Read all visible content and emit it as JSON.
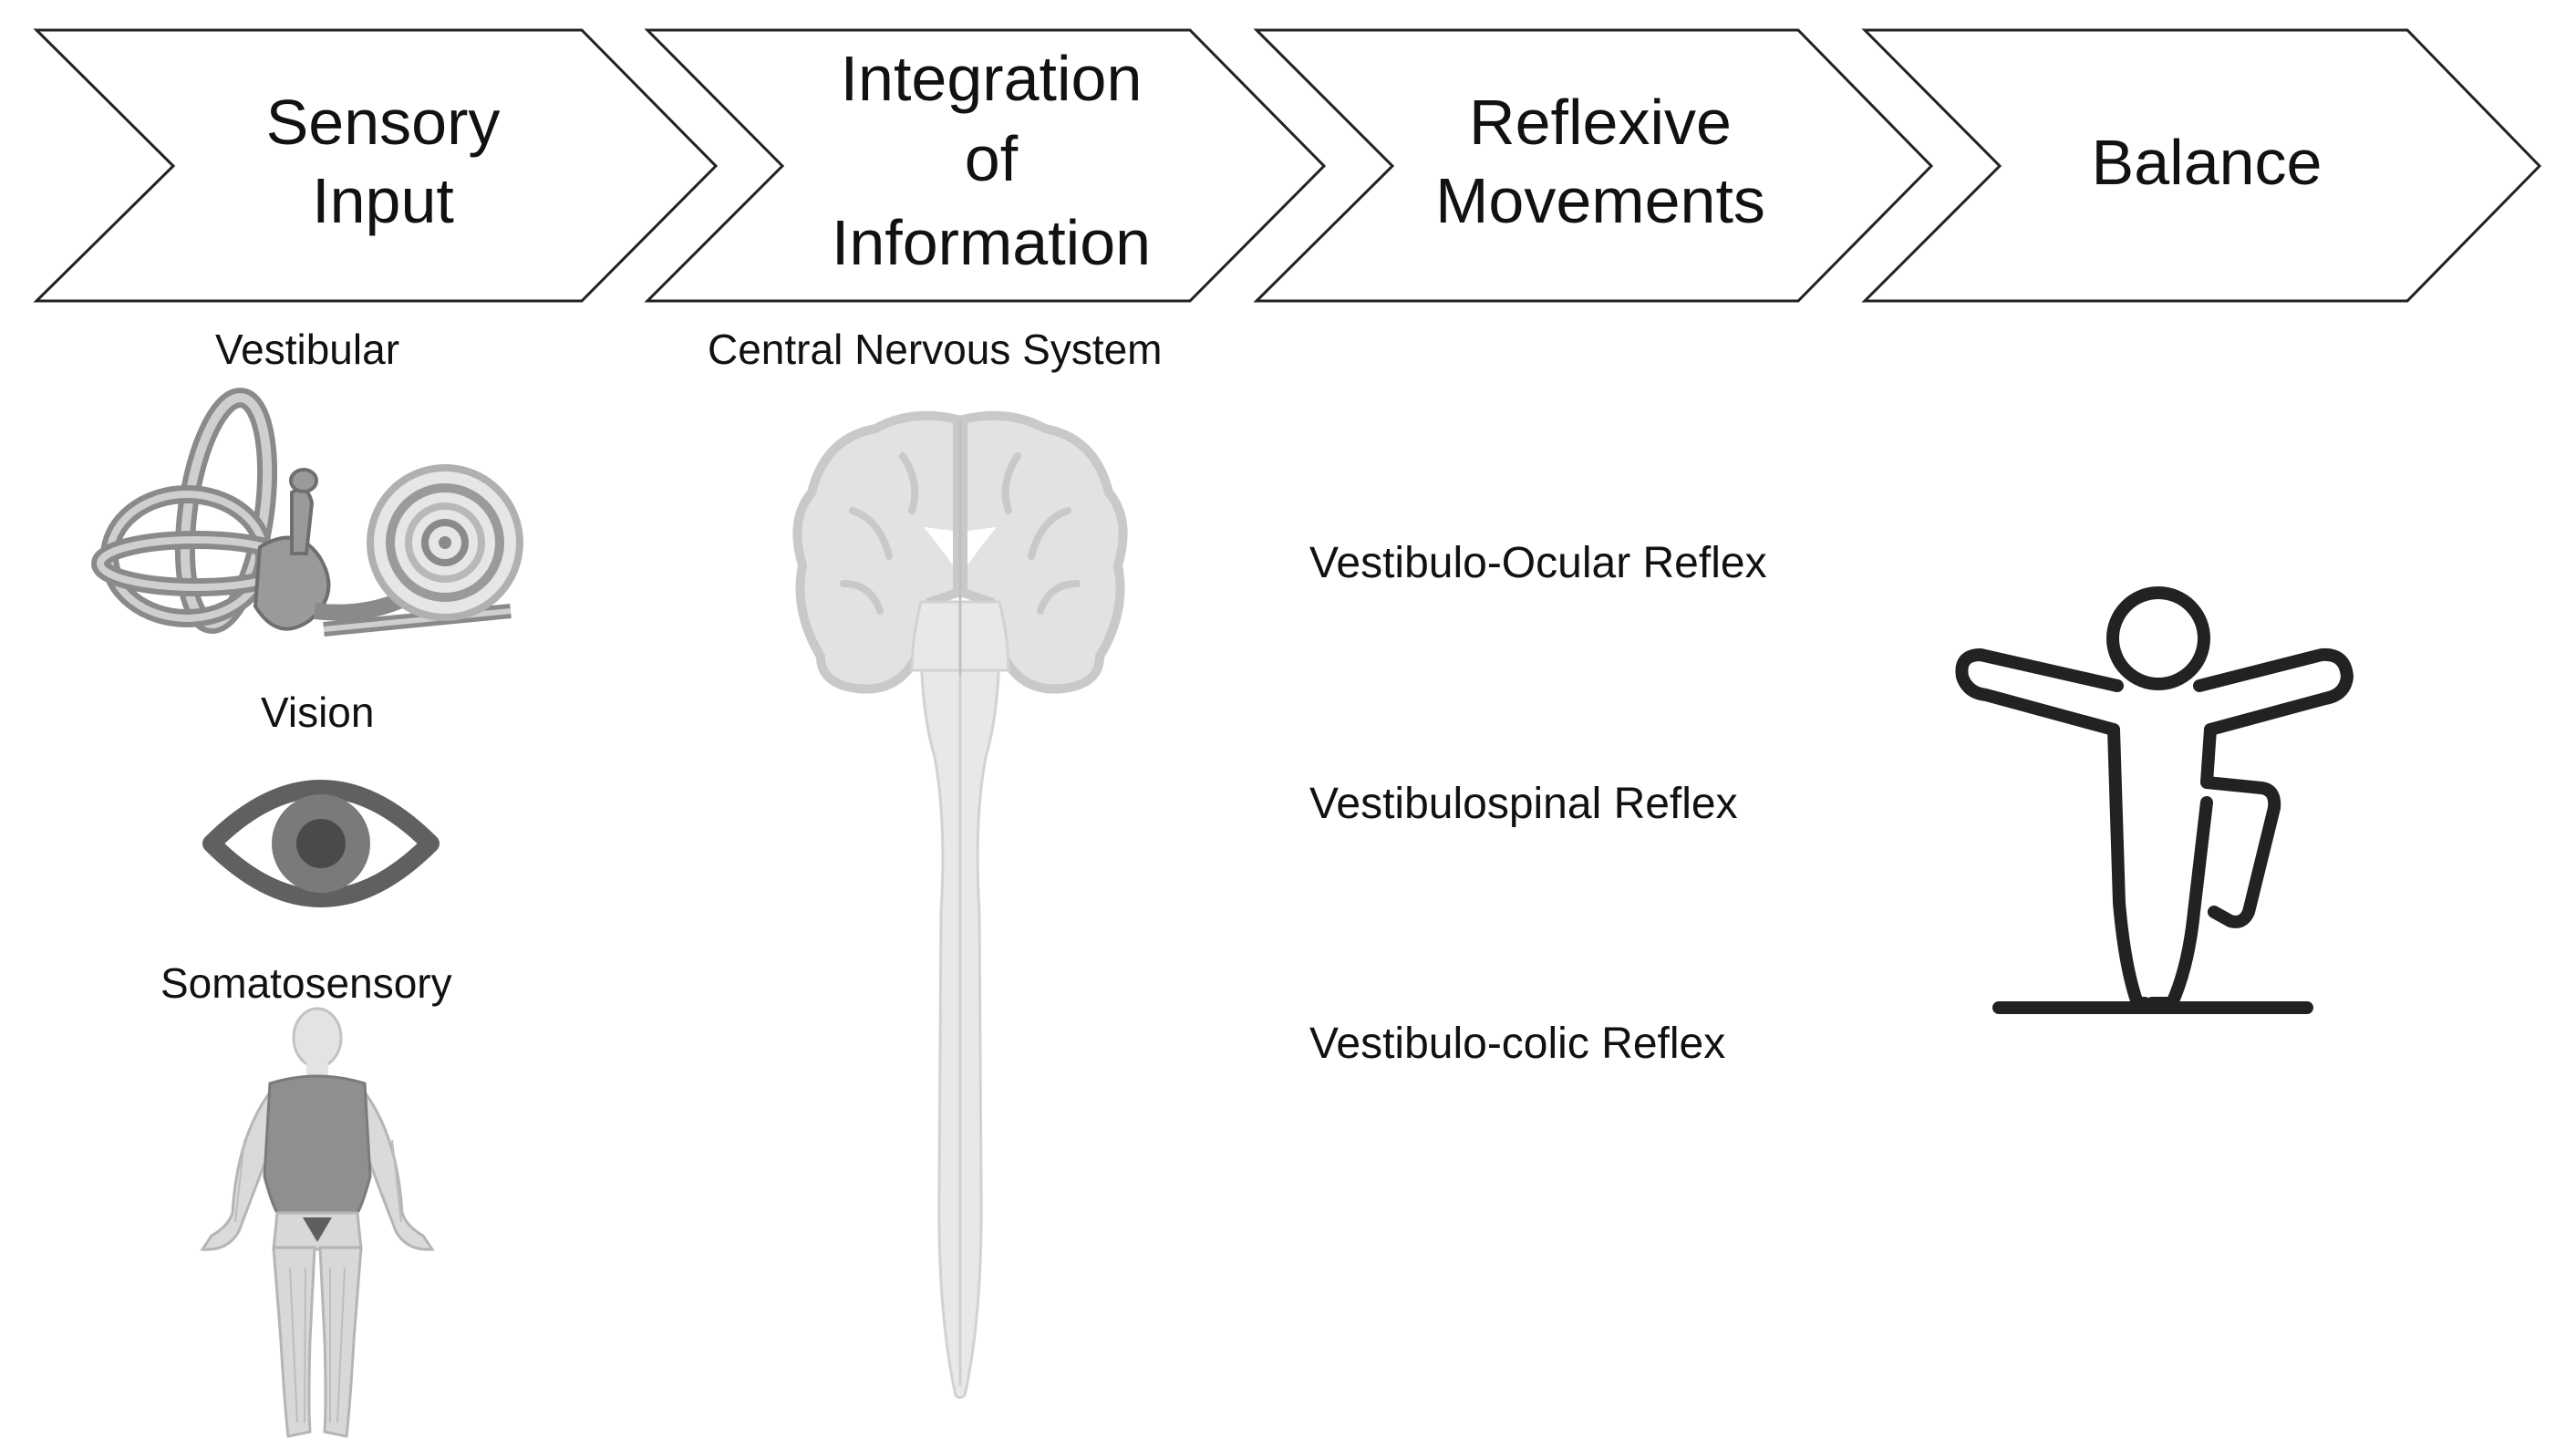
{
  "steps": [
    {
      "line1": "Sensory",
      "line2": "Input"
    },
    {
      "line1": "Integration",
      "line2": "of",
      "line3": "Information"
    },
    {
      "line1": "Reflexive",
      "line2": "Movements"
    },
    {
      "line1": "Balance"
    }
  ],
  "sensory": {
    "vestibular": "Vestibular",
    "vision": "Vision",
    "somatosensory": "Somatosensory"
  },
  "integration": {
    "cns": "Central Nervous System"
  },
  "reflexes": {
    "vor": "Vestibulo-Ocular Reflex",
    "vsr": "Vestibulospinal Reflex",
    "vcr": "Vestibulo-colic Reflex"
  },
  "colors": {
    "outline": "#222222",
    "icon_light": "#d6d6d6",
    "icon_mid": "#a0a0a0",
    "icon_dark": "#555555"
  }
}
